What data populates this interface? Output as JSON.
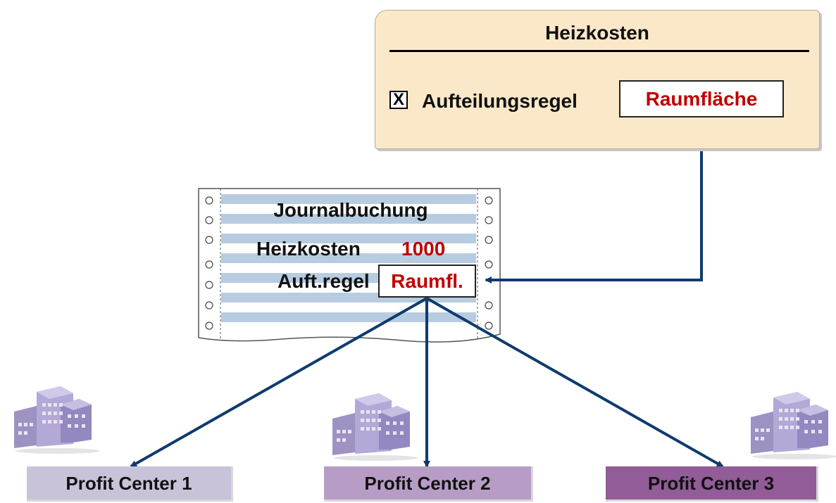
{
  "settings_card": {
    "title": "Heizkosten",
    "checkbox_mark": "X",
    "rule_label": "Aufteilungsregel",
    "rule_value": "Raumfläche"
  },
  "journal": {
    "title": "Journalbuchung",
    "cost_label": "Heizkosten",
    "cost_value": "1000",
    "rule_label": "Auft.regel",
    "rule_value": "Raumfl."
  },
  "profit_centers": [
    {
      "label": "Profit Center 1",
      "color": "#c9c3da"
    },
    {
      "label": "Profit Center 2",
      "color": "#b79dc6"
    },
    {
      "label": "Profit Center 3",
      "color": "#915c98"
    }
  ],
  "colors": {
    "arrow": "#0f3a6e",
    "value_text": "#c00000",
    "card_fill": "#fbe8c8",
    "building": "#a69ac8"
  },
  "icons": [
    "building-icon",
    "building-icon",
    "building-icon"
  ]
}
